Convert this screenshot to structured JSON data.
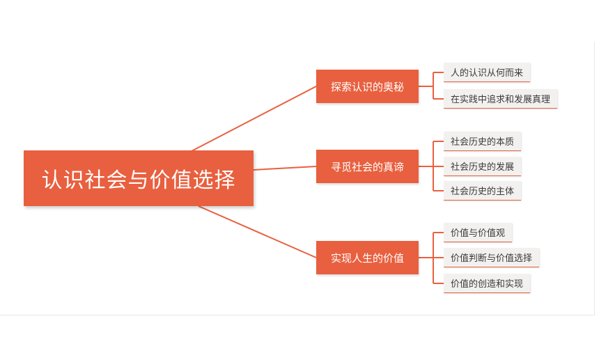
{
  "mindmap": {
    "root": "认识社会与价值选择",
    "branches": [
      {
        "label": "探索认识的奥秘",
        "children": [
          "人的认识从何而来",
          "在实践中追求和发展真理"
        ]
      },
      {
        "label": "寻觅社会的真谛",
        "children": [
          "社会历史的本质",
          "社会历史的发展",
          "社会历史的主体"
        ]
      },
      {
        "label": "实现人生的价值",
        "children": [
          "价值与价值观",
          "价值判断与价值选择",
          "价值的创造和实现"
        ]
      }
    ]
  },
  "colors": {
    "accent": "#e8603f",
    "leaf_bg": "#f3f1ef",
    "leaf_text": "#3a3a3a"
  }
}
